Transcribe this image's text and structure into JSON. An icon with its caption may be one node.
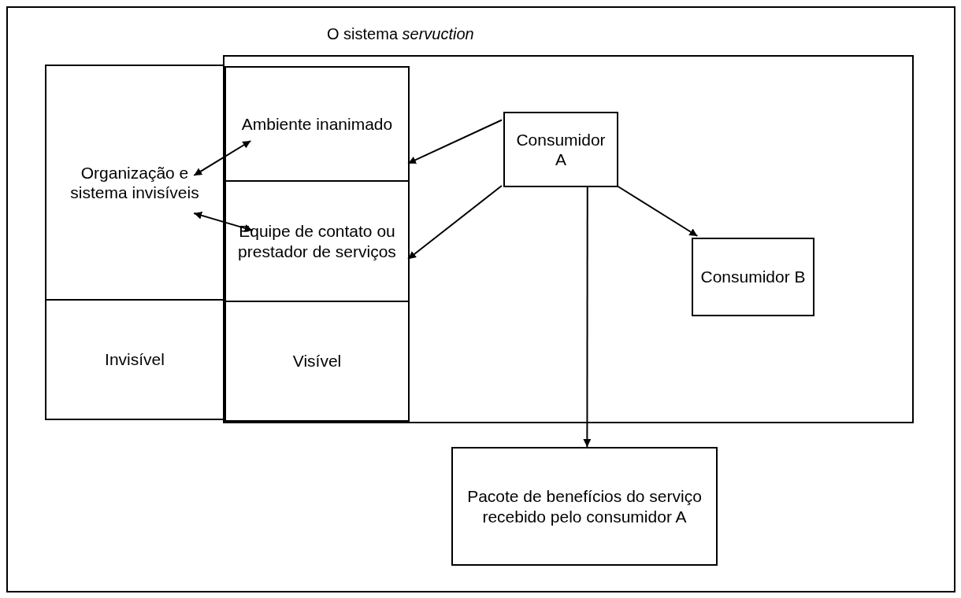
{
  "diagram": {
    "nodes": [
      {
        "text": [
          "O sistema *servuction*"
        ]
      },
      {
        "text": [
          "Organização e sistema invisíveis"
        ]
      },
      {
        "text": [
          "Ambiente inanimado"
        ],
        "in": 0
      },
      {
        "text": [
          "Equipe de contato ou prestador de serviços"
        ],
        "in": 0
      },
      {
        "text": [
          "Consumidor A"
        ],
        "in": 0
      },
      {
        "text": [
          "Consumidor B"
        ],
        "in": 0
      },
      {
        "text": [
          "Invisível"
        ]
      },
      {
        "text": [
          "Visível"
        ],
        "in": 0
      },
      {
        "text": [
          "Pacote de benefícios do serviço recebido pelo consumidor A"
        ]
      }
    ],
    "edges": [
      {
        "from": 1,
        "to": 2,
        "arrow": "both"
      },
      {
        "from": 1,
        "to": 3,
        "arrow": "both"
      },
      {
        "from": 4,
        "to": 2,
        "arrow": "to"
      },
      {
        "from": 4,
        "to": 3,
        "arrow": "to"
      },
      {
        "from": 4,
        "to": 5,
        "arrow": "to"
      },
      {
        "from": 4,
        "to": 8,
        "arrow": "to"
      }
    ]
  }
}
